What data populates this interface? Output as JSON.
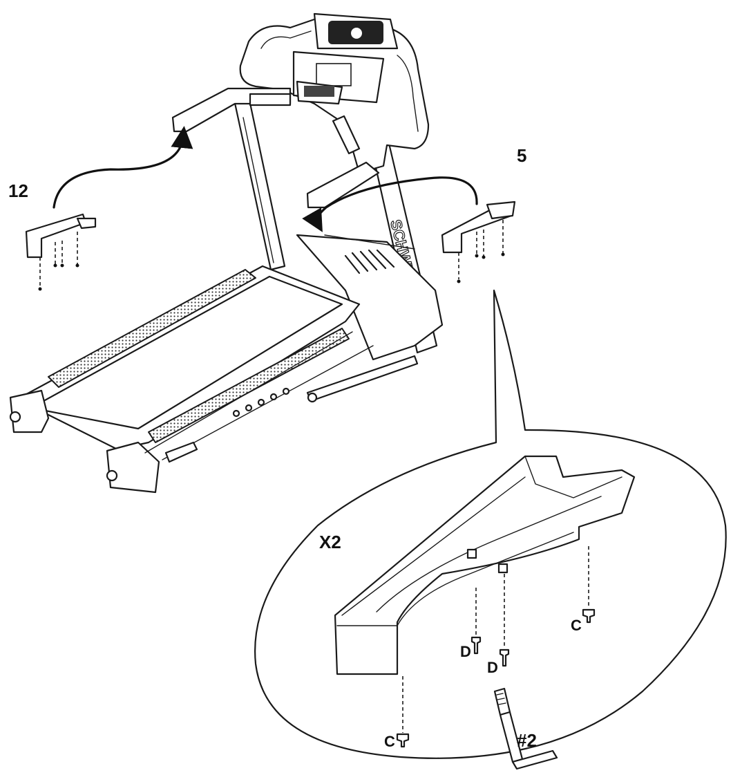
{
  "callouts": {
    "part_left": "12",
    "part_right": "5",
    "quantity": "X2",
    "screw_c_left": "C",
    "screw_c_right": "C",
    "screw_d_left": "D",
    "screw_d_right": "D",
    "tool": "#2"
  },
  "brand_text": "SCHWINN",
  "colors": {
    "line": "#1a1a1a",
    "fill": "#ffffff",
    "deck_texture": "#e9e9e9"
  },
  "icons": [
    "treadmill-illustration",
    "handlebar-cover-part",
    "screw",
    "screwdriver-bit"
  ]
}
